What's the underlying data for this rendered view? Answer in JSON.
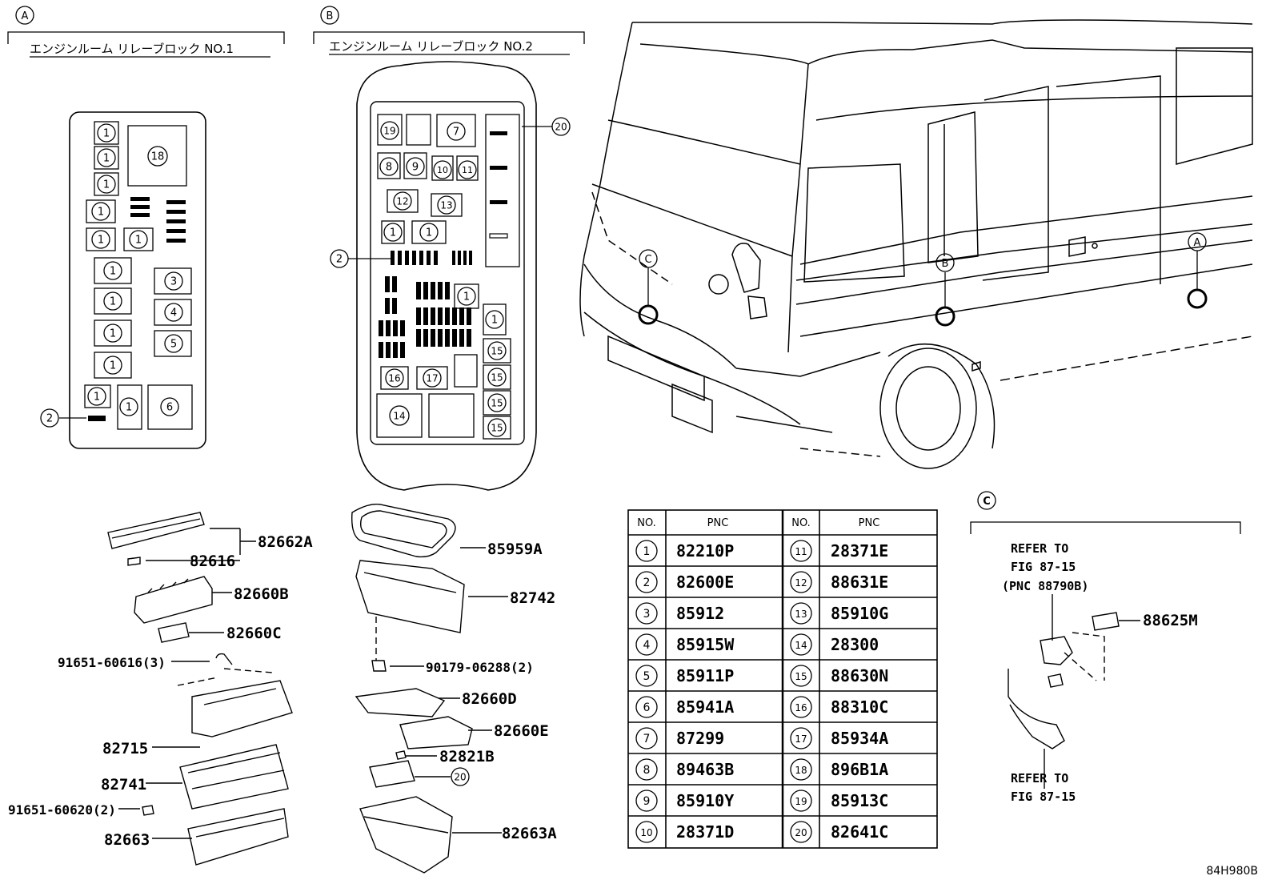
{
  "sections": {
    "a": {
      "letter": "A",
      "title": "エンジンルーム  リレーブロック NO.1"
    },
    "b": {
      "letter": "B",
      "title": "エンジンルーム  リレーブロック NO.2"
    },
    "c": {
      "letter": "C"
    }
  },
  "vehicle_callouts": {
    "a": "A",
    "b": "B",
    "c": "C"
  },
  "block1_markers": {
    "m1": "1",
    "m2": "2",
    "m3": "3",
    "m4": "4",
    "m5": "5",
    "m6": "6",
    "m18": "18"
  },
  "block2_markers": {
    "m1": "1",
    "m2": "2",
    "m7": "7",
    "m8": "8",
    "m9": "9",
    "m10": "10",
    "m11": "11",
    "m12": "12",
    "m13": "13",
    "m14": "14",
    "m15": "15",
    "m16": "16",
    "m17": "17",
    "m19": "19",
    "m20": "20"
  },
  "parts_a": [
    "82662A",
    "82616",
    "82660B",
    "82660C",
    "91651-60616(3)",
    "82715",
    "82741",
    "91651-60620(2)",
    "82663"
  ],
  "parts_b": [
    "85959A",
    "82742",
    "90179-06288(2)",
    "82660D",
    "82660E",
    "82821B",
    "20",
    "82663A"
  ],
  "detail_c": {
    "refer_top": [
      "REFER TO",
      "FIG 87-15",
      "(PNC 88790B)"
    ],
    "refer_bottom": [
      "REFER TO",
      "FIG 87-15"
    ],
    "part": "88625M"
  },
  "table": {
    "headers": [
      "NO.",
      "PNC",
      "NO.",
      "PNC"
    ],
    "rows": [
      [
        "1",
        "82210P",
        "11",
        "28371E"
      ],
      [
        "2",
        "82600E",
        "12",
        "88631E"
      ],
      [
        "3",
        "85912",
        "13",
        "85910G"
      ],
      [
        "4",
        "85915W",
        "14",
        "28300"
      ],
      [
        "5",
        "85911P",
        "15",
        "88630N"
      ],
      [
        "6",
        "85941A",
        "16",
        "88310C"
      ],
      [
        "7",
        "87299",
        "17",
        "85934A"
      ],
      [
        "8",
        "89463B",
        "18",
        "896B1A"
      ],
      [
        "9",
        "85910Y",
        "19",
        "85913C"
      ],
      [
        "10",
        "28371D",
        "20",
        "82641C"
      ]
    ]
  },
  "figure_code": "84H980B"
}
